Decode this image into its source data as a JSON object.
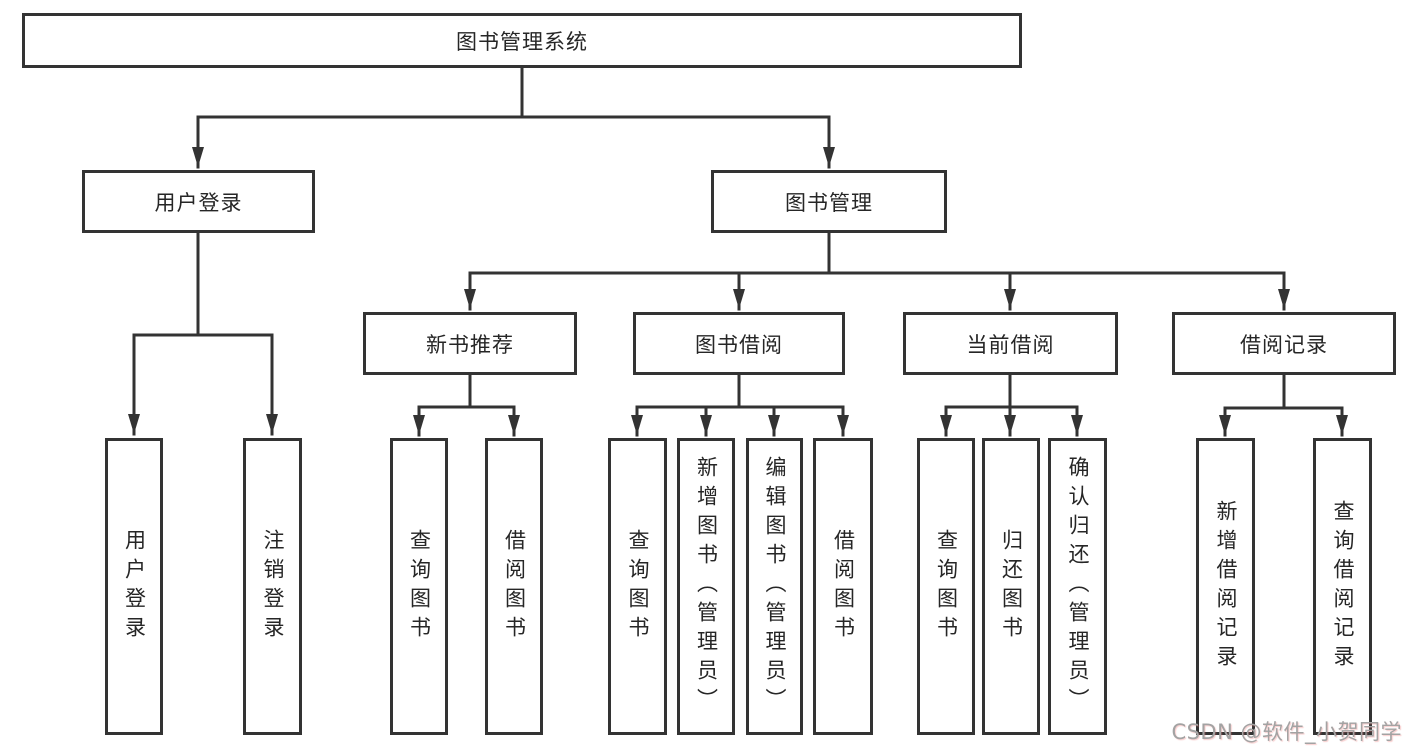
{
  "diagram": {
    "root": {
      "label": "图书管理系统"
    },
    "level2": [
      {
        "label": "用户登录"
      },
      {
        "label": "图书管理"
      }
    ],
    "level3": [
      {
        "label": "新书推荐"
      },
      {
        "label": "图书借阅"
      },
      {
        "label": "当前借阅"
      },
      {
        "label": "借阅记录"
      }
    ],
    "leaves": [
      {
        "label": "用户登录"
      },
      {
        "label": "注销登录"
      },
      {
        "label": "查询图书"
      },
      {
        "label": "借阅图书"
      },
      {
        "label": "查询图书"
      },
      {
        "label": "新增图书（管理员）"
      },
      {
        "label": "编辑图书（管理员）"
      },
      {
        "label": "借阅图书"
      },
      {
        "label": "查询图书"
      },
      {
        "label": "归还图书"
      },
      {
        "label": "确认归还（管理员）"
      },
      {
        "label": "新增借阅记录"
      },
      {
        "label": "查询借阅记录"
      }
    ]
  },
  "watermark": {
    "text": "CSDN @软件_小贺同学"
  },
  "colors": {
    "line": "#333333",
    "node_border": "#333333",
    "text": "#262626",
    "background": "#ffffff",
    "watermark_gray": "#a3a3a3"
  }
}
